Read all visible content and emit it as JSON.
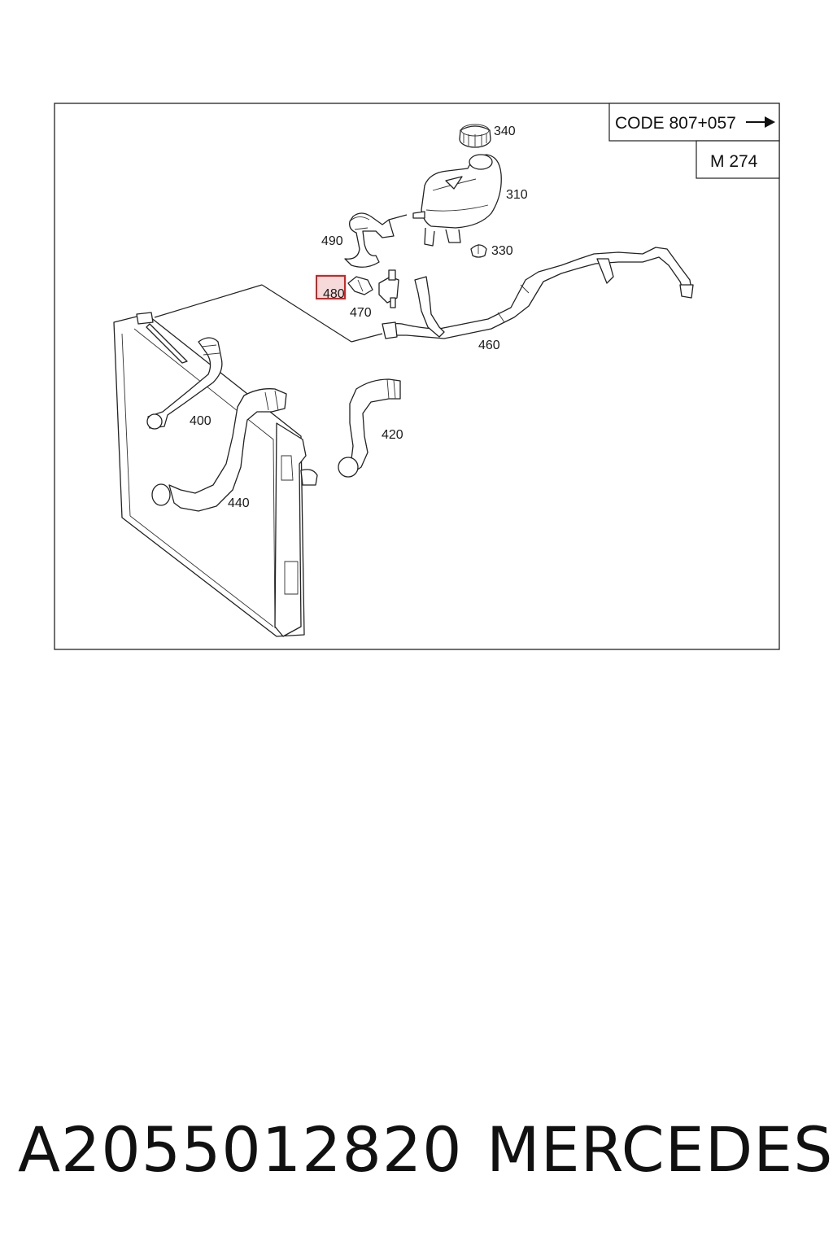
{
  "diagram": {
    "code_label": "CODE 807+057",
    "engine_label": "M 274",
    "highlighted_part": "480",
    "part_labels": {
      "p340": "340",
      "p310": "310",
      "p490": "490",
      "p330": "330",
      "p480": "480",
      "p470": "470",
      "p460": "460",
      "p400": "400",
      "p420": "420",
      "p440": "440"
    }
  },
  "footer": {
    "part_number": "A2055012820",
    "brand": "MERCEDES"
  },
  "colors": {
    "highlight_stroke": "#e01c1c",
    "highlight_fill": "#f6d9d9"
  }
}
